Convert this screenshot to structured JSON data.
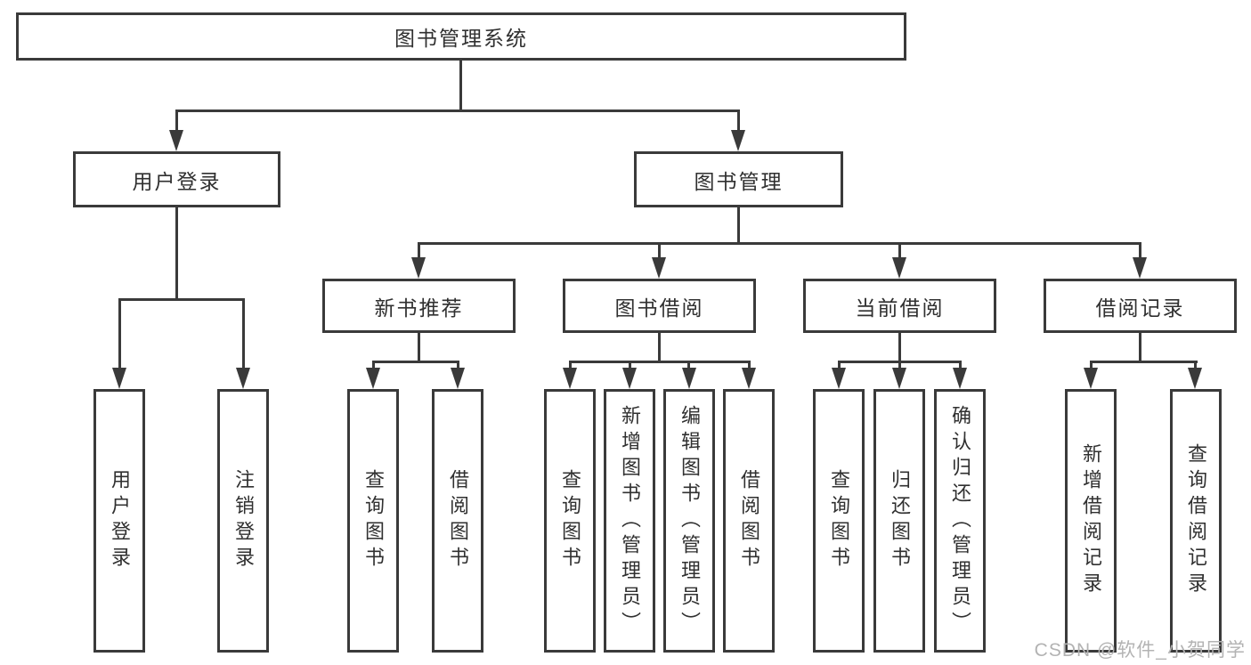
{
  "diagram": {
    "type": "tree",
    "title": "图书管理系统",
    "watermark": "CSDN @软件_小贺同学",
    "colors": {
      "line": "#3a3a3a",
      "text": "#303030",
      "box_background": "#ffffff",
      "watermark": "#b3b3b3"
    },
    "nodes": {
      "root": "图书管理系统",
      "user_login": "用户登录",
      "book_management": "图书管理",
      "new_book_recommend": "新书推荐",
      "book_borrowing": "图书借阅",
      "current_borrowing": "当前借阅",
      "borrowing_records": "借阅记录",
      "user_login_leaf": "用户登录",
      "logout_leaf": "注销登录",
      "recommend_query_books": "查询图书",
      "recommend_borrow_books": "借阅图书",
      "borrowing_query_books": "查询图书",
      "borrowing_add_books": "新增图书（管理员）",
      "borrowing_edit_books": "编辑图书（管理员）",
      "borrowing_borrow_books": "借阅图书",
      "current_query_books": "查询图书",
      "current_return_books": "归还图书",
      "current_confirm_return": "确认归还（管理员）",
      "records_add_record": "新增借阅记录",
      "records_query_record": "查询借阅记录"
    },
    "edges": [
      [
        "root",
        "user_login"
      ],
      [
        "root",
        "book_management"
      ],
      [
        "user_login",
        "user_login_leaf"
      ],
      [
        "user_login",
        "logout_leaf"
      ],
      [
        "book_management",
        "new_book_recommend"
      ],
      [
        "book_management",
        "book_borrowing"
      ],
      [
        "book_management",
        "current_borrowing"
      ],
      [
        "book_management",
        "borrowing_records"
      ],
      [
        "new_book_recommend",
        "recommend_query_books"
      ],
      [
        "new_book_recommend",
        "recommend_borrow_books"
      ],
      [
        "book_borrowing",
        "borrowing_query_books"
      ],
      [
        "book_borrowing",
        "borrowing_add_books"
      ],
      [
        "book_borrowing",
        "borrowing_edit_books"
      ],
      [
        "book_borrowing",
        "borrowing_borrow_books"
      ],
      [
        "current_borrowing",
        "current_query_books"
      ],
      [
        "current_borrowing",
        "current_return_books"
      ],
      [
        "current_borrowing",
        "current_confirm_return"
      ],
      [
        "borrowing_records",
        "records_add_record"
      ],
      [
        "borrowing_records",
        "records_query_record"
      ]
    ]
  }
}
